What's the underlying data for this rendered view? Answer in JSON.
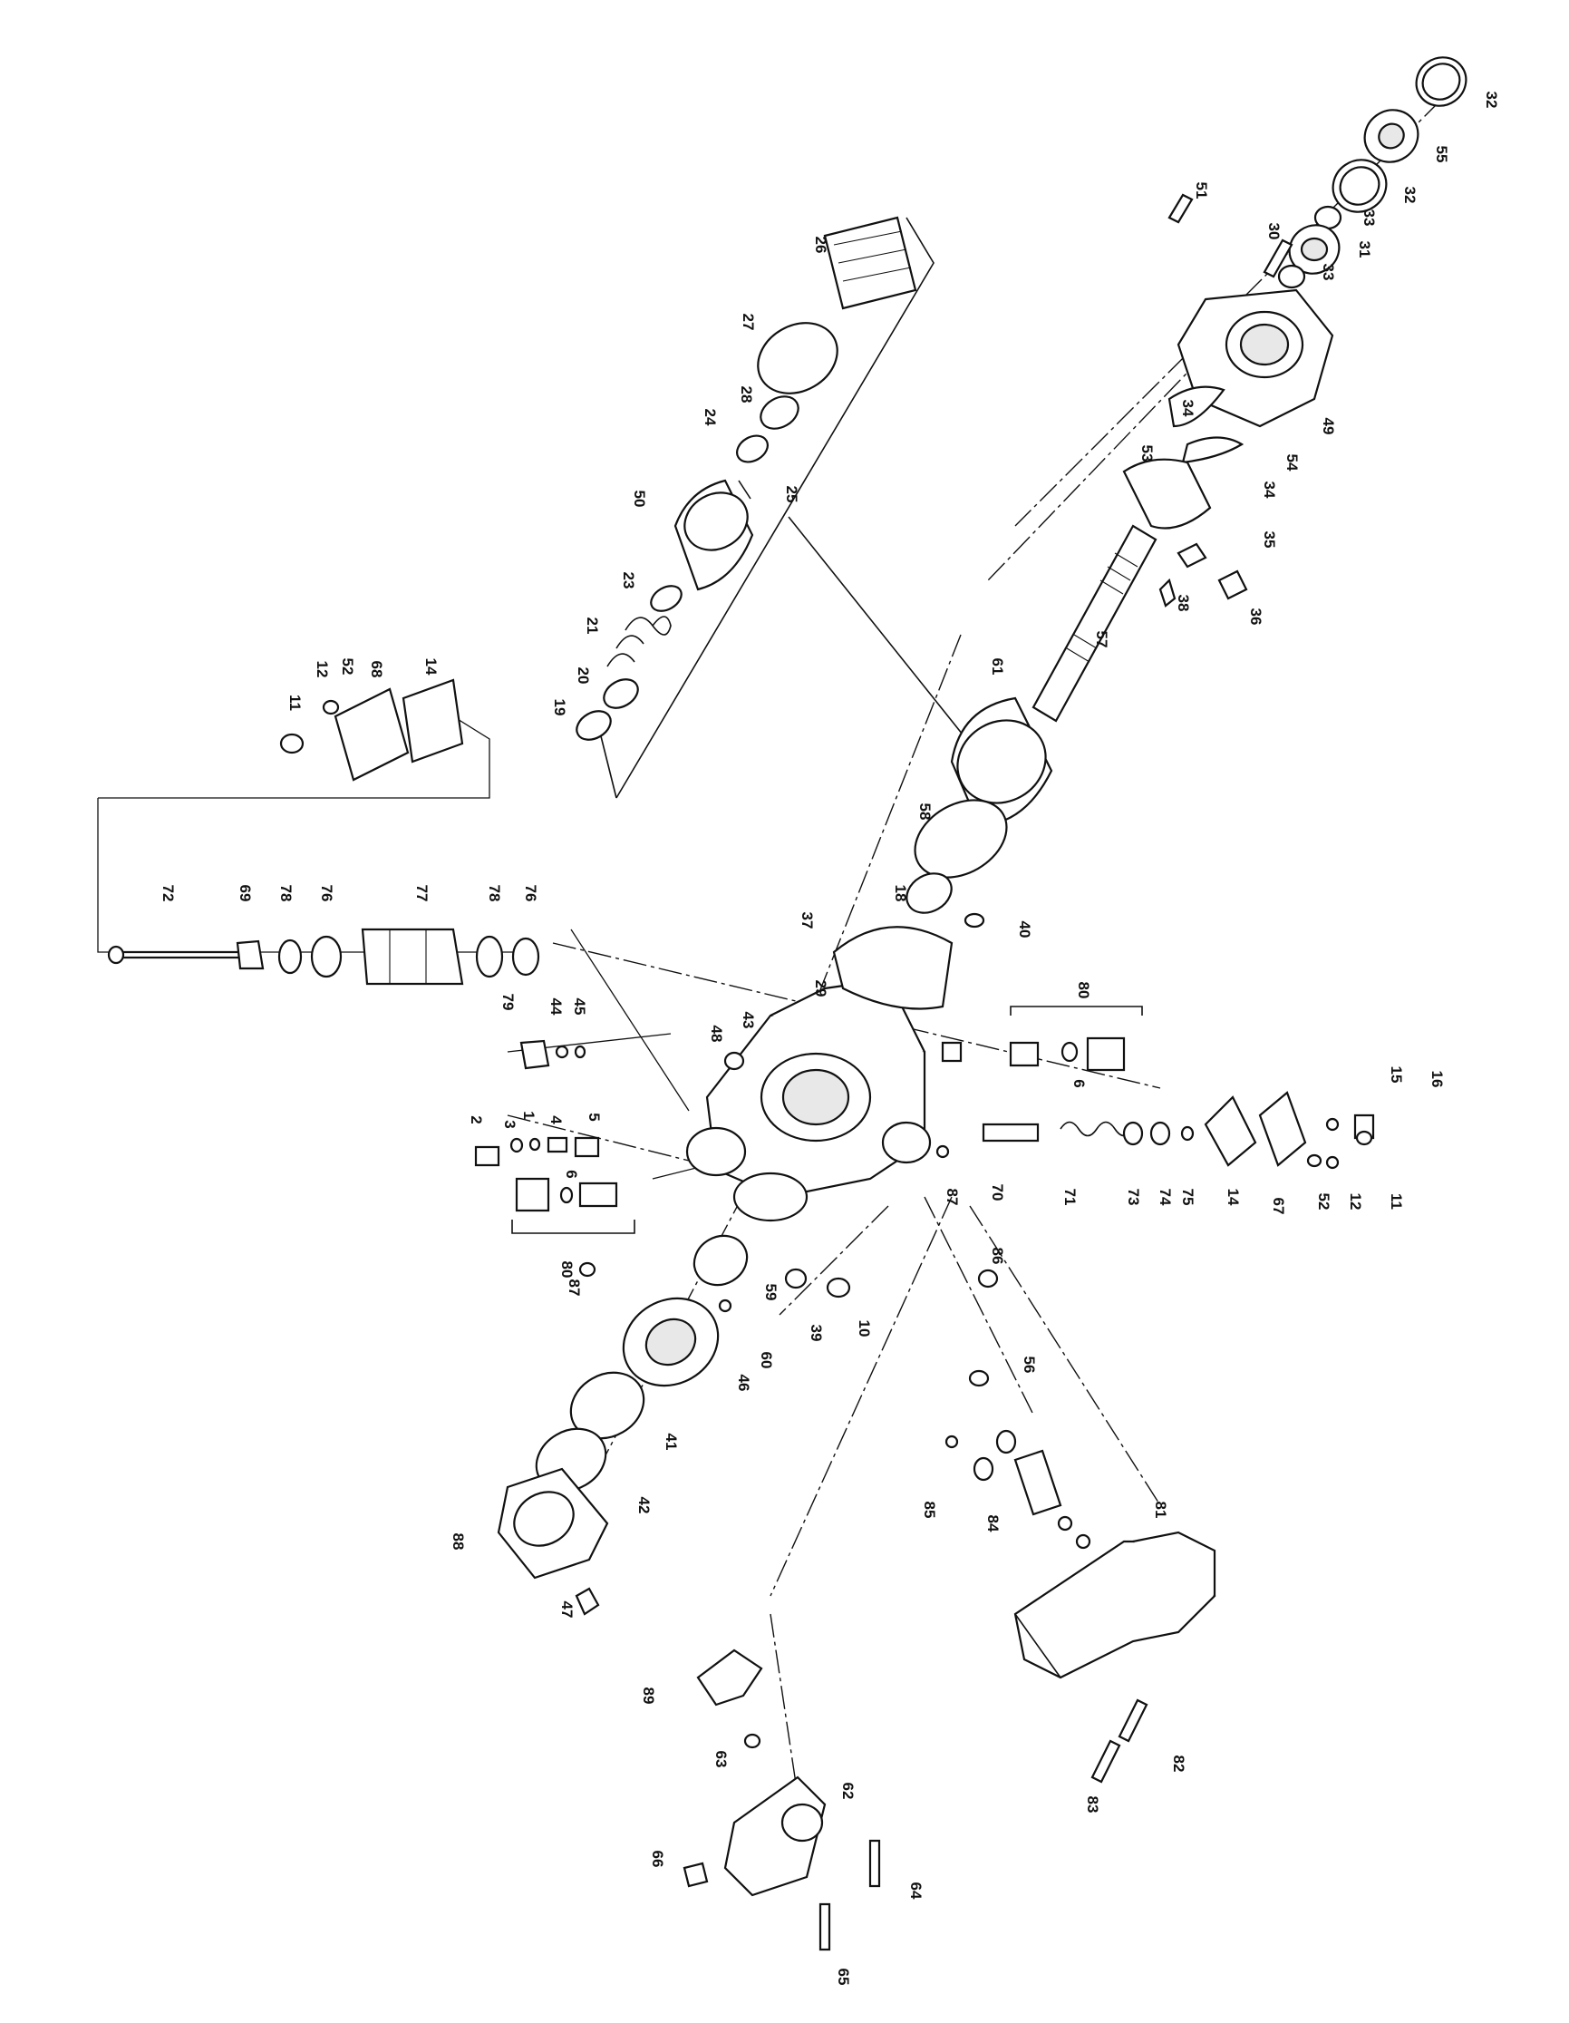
{
  "diagram": {
    "callouts": [
      {
        "id": "c-32a",
        "text": "32"
      },
      {
        "id": "c-55",
        "text": "55"
      },
      {
        "id": "c-32b",
        "text": "32"
      },
      {
        "id": "c-33a",
        "text": "33"
      },
      {
        "id": "c-31",
        "text": "31"
      },
      {
        "id": "c-33b",
        "text": "33"
      },
      {
        "id": "c-30",
        "text": "30"
      },
      {
        "id": "c-51",
        "text": "51"
      },
      {
        "id": "c-49",
        "text": "49"
      },
      {
        "id": "c-54",
        "text": "54"
      },
      {
        "id": "c-34a",
        "text": "34"
      },
      {
        "id": "c-34b",
        "text": "34"
      },
      {
        "id": "c-53",
        "text": "53"
      },
      {
        "id": "c-35",
        "text": "35"
      },
      {
        "id": "c-36",
        "text": "36"
      },
      {
        "id": "c-38",
        "text": "38"
      },
      {
        "id": "c-57",
        "text": "57"
      },
      {
        "id": "c-61",
        "text": "61"
      },
      {
        "id": "c-26",
        "text": "26"
      },
      {
        "id": "c-27",
        "text": "27"
      },
      {
        "id": "c-28",
        "text": "28"
      },
      {
        "id": "c-24",
        "text": "24"
      },
      {
        "id": "c-25",
        "text": "25"
      },
      {
        "id": "c-50",
        "text": "50"
      },
      {
        "id": "c-23",
        "text": "23"
      },
      {
        "id": "c-21",
        "text": "21"
      },
      {
        "id": "c-20",
        "text": "20"
      },
      {
        "id": "c-19",
        "text": "19"
      },
      {
        "id": "c-12a",
        "text": "12"
      },
      {
        "id": "c-52a",
        "text": "52"
      },
      {
        "id": "c-68",
        "text": "68"
      },
      {
        "id": "c-14a",
        "text": "14"
      },
      {
        "id": "c-11a",
        "text": "11"
      },
      {
        "id": "c-72",
        "text": "72"
      },
      {
        "id": "c-69",
        "text": "69"
      },
      {
        "id": "c-78a",
        "text": "78"
      },
      {
        "id": "c-76a",
        "text": "76"
      },
      {
        "id": "c-77",
        "text": "77"
      },
      {
        "id": "c-78b",
        "text": "78"
      },
      {
        "id": "c-76b",
        "text": "76"
      },
      {
        "id": "c-58",
        "text": "58"
      },
      {
        "id": "c-18",
        "text": "18"
      },
      {
        "id": "c-40",
        "text": "40"
      },
      {
        "id": "c-37",
        "text": "37"
      },
      {
        "id": "c-29",
        "text": "29"
      },
      {
        "id": "c-43",
        "text": "43"
      },
      {
        "id": "c-48",
        "text": "48"
      },
      {
        "id": "c-80a",
        "text": "80"
      },
      {
        "id": "c-6a",
        "text": "6"
      },
      {
        "id": "c-79",
        "text": "79"
      },
      {
        "id": "c-44",
        "text": "44"
      },
      {
        "id": "c-45",
        "text": "45"
      },
      {
        "id": "c-2",
        "text": "2"
      },
      {
        "id": "c-3",
        "text": "3"
      },
      {
        "id": "c-1",
        "text": "1"
      },
      {
        "id": "c-4",
        "text": "4"
      },
      {
        "id": "c-5",
        "text": "5"
      },
      {
        "id": "c-6b",
        "text": "6"
      },
      {
        "id": "c-80b",
        "text": "80"
      },
      {
        "id": "c-87a",
        "text": "87"
      },
      {
        "id": "c-87b",
        "text": "87"
      },
      {
        "id": "c-70",
        "text": "70"
      },
      {
        "id": "c-71",
        "text": "71"
      },
      {
        "id": "c-73",
        "text": "73"
      },
      {
        "id": "c-74",
        "text": "74"
      },
      {
        "id": "c-75",
        "text": "75"
      },
      {
        "id": "c-14b",
        "text": "14"
      },
      {
        "id": "c-67",
        "text": "67"
      },
      {
        "id": "c-52b",
        "text": "52"
      },
      {
        "id": "c-12b",
        "text": "12"
      },
      {
        "id": "c-11b",
        "text": "11"
      },
      {
        "id": "c-15",
        "text": "15"
      },
      {
        "id": "c-16",
        "text": "16"
      },
      {
        "id": "c-86",
        "text": "86"
      },
      {
        "id": "c-10",
        "text": "10"
      },
      {
        "id": "c-39",
        "text": "39"
      },
      {
        "id": "c-59",
        "text": "59"
      },
      {
        "id": "c-60",
        "text": "60"
      },
      {
        "id": "c-46",
        "text": "46"
      },
      {
        "id": "c-41",
        "text": "41"
      },
      {
        "id": "c-42",
        "text": "42"
      },
      {
        "id": "c-88",
        "text": "88"
      },
      {
        "id": "c-47",
        "text": "47"
      },
      {
        "id": "c-56",
        "text": "56"
      },
      {
        "id": "c-85",
        "text": "85"
      },
      {
        "id": "c-84",
        "text": "84"
      },
      {
        "id": "c-81",
        "text": "81"
      },
      {
        "id": "c-82",
        "text": "82"
      },
      {
        "id": "c-83",
        "text": "83"
      },
      {
        "id": "c-89",
        "text": "89"
      },
      {
        "id": "c-63",
        "text": "63"
      },
      {
        "id": "c-62",
        "text": "62"
      },
      {
        "id": "c-66",
        "text": "66"
      },
      {
        "id": "c-64",
        "text": "64"
      },
      {
        "id": "c-65",
        "text": "65"
      }
    ]
  }
}
